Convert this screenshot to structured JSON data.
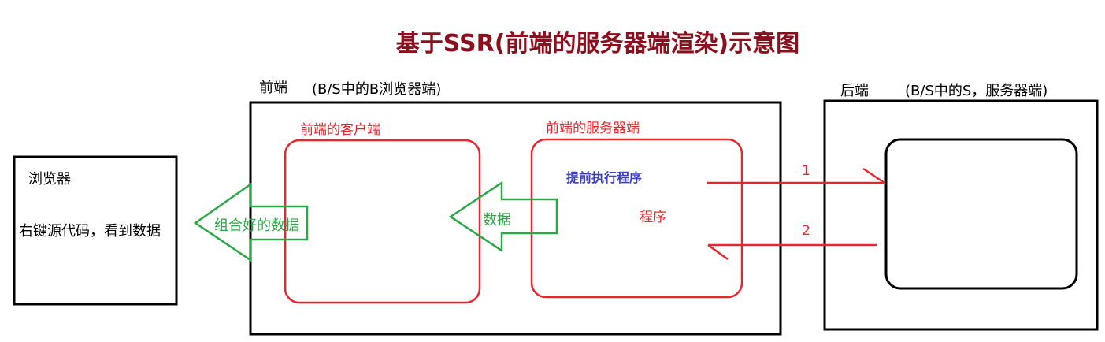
{
  "title": "基于SSR(前端的服务器端渲染)示意图",
  "browser": {
    "label": "浏览器",
    "text": "右键源代码，看到数据"
  },
  "frontend": {
    "label": "前端",
    "desc": "(B/S中的B浏览器端)",
    "client_label": "前端的客户端",
    "server_label": "前端的服务器端",
    "server_action": "提前执行程序",
    "program": "程序",
    "data_arrow": "数据",
    "combined_arrow": "组合好的数据"
  },
  "backend": {
    "label": "后端",
    "desc": "(B/S中的S，服务器端)"
  },
  "arrows": {
    "request_number": "1",
    "response_number": "2"
  },
  "colors": {
    "title": "#8b0f1c",
    "red": "#e8262c",
    "green": "#2aa845",
    "blue": "#3a3fc6",
    "black": "#000000"
  }
}
